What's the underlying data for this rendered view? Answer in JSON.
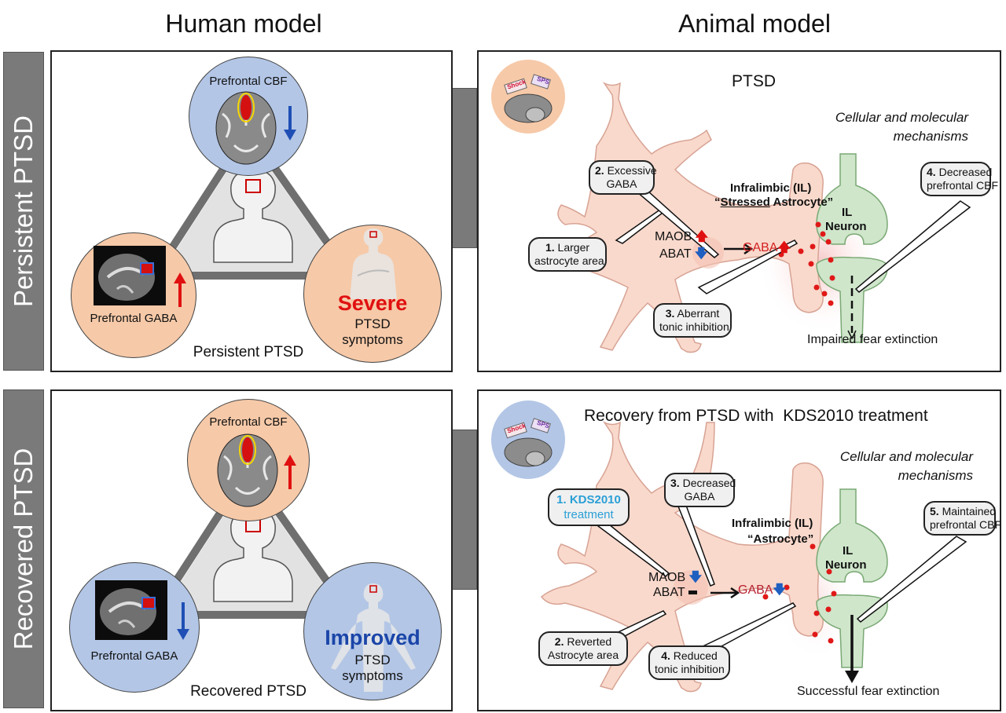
{
  "columns": {
    "human": "Human model",
    "animal": "Animal model"
  },
  "rows": {
    "persistent": "Persistent PTSD",
    "recovered": "Recovered PTSD"
  },
  "human_persistent": {
    "top_circle": {
      "label": "Prefrontal CBF",
      "arrow": "down-arrow",
      "color": "#b3c6e6",
      "arrow_color": "#1f4fb5"
    },
    "left_circle": {
      "label": "Prefrontal GABA",
      "arrow": "up-arrow",
      "color": "#f6c9a8",
      "arrow_color": "#e01010"
    },
    "right_circle": {
      "headline": "Severe",
      "line2": "PTSD",
      "line3": "symptoms",
      "color": "#f6c9a8",
      "headline_color": "#e01010"
    },
    "caption": "Persistent PTSD"
  },
  "human_recovered": {
    "top_circle": {
      "label": "Prefrontal CBF",
      "arrow": "up-arrow",
      "color": "#f6c9a8",
      "arrow_color": "#e01010"
    },
    "left_circle": {
      "label": "Prefrontal GABA",
      "arrow": "down-arrow",
      "color": "#b3c6e6",
      "arrow_color": "#1f4fb5"
    },
    "right_circle": {
      "headline": "Improved",
      "line2": "PTSD",
      "line3": "symptoms",
      "color": "#b3c6e6",
      "headline_color": "#1a45a8"
    },
    "caption": "Recovered PTSD"
  },
  "animal_persistent": {
    "title": "PTSD",
    "mouse_signs": [
      "Shock",
      "SPS"
    ],
    "mechanisms": [
      "Cellular and molecular",
      "mechanisms"
    ],
    "astro_title": [
      "Infralimbic (IL)",
      "“Stressed Astrocyte”"
    ],
    "astro_underline_word": "Stressed",
    "callouts": [
      {
        "num": "1.",
        "line1": "Larger",
        "line2": "astrocyte area"
      },
      {
        "num": "2.",
        "line1": "Excessive",
        "line2": "GABA"
      },
      {
        "num": "3.",
        "line1": "Aberrant",
        "line2": "tonic inhibition"
      },
      {
        "num": "4.",
        "line1": "Decreased",
        "line2": "prefrontal CBF"
      }
    ],
    "maob": "MAOB",
    "maob_dir": "up",
    "abat": "ABAT",
    "abat_dir": "down",
    "gaba": "GABA",
    "gaba_dir": "up",
    "neuron": [
      "IL",
      "Neuron"
    ],
    "outcome": "Impaired fear extinction"
  },
  "animal_recovered": {
    "title": "Recovery from PTSD with  KDS2010 treatment",
    "mouse_signs": [
      "Shock",
      "SPS"
    ],
    "mechanisms": [
      "Cellular and molecular",
      "mechanisms"
    ],
    "astro_title": [
      "Infralimbic (IL)",
      "“Astrocyte”"
    ],
    "callouts": [
      {
        "num": "1.",
        "line1": "KDS2010",
        "line2": "treatment",
        "color": "#2a9fd6"
      },
      {
        "num": "2.",
        "line1": "Reverted",
        "line2": "Astrocyte area"
      },
      {
        "num": "3.",
        "line1": "Decreased",
        "line2": "GABA"
      },
      {
        "num": "4.",
        "line1": "Reduced",
        "line2": "tonic inhibition"
      },
      {
        "num": "5.",
        "line1": "Maintained",
        "line2": "prefrontal CBF"
      }
    ],
    "maob": "MAOB",
    "maob_dir": "down",
    "abat": "ABAT",
    "abat_dir": "unchanged",
    "gaba": "GABA",
    "gaba_dir": "down",
    "neuron": [
      "IL",
      "Neuron"
    ],
    "outcome": "Successful fear extinction"
  },
  "colors": {
    "peach": "#f6c9a8",
    "blue": "#b3c6e6",
    "astrocyte": "#f9d9cc",
    "neuron": "#cfe6cb",
    "up_red": "#e01010",
    "down_blue": "#1f5fc0",
    "gaba_text": "#d42020",
    "row_label_bg": "#7a7a7a"
  }
}
